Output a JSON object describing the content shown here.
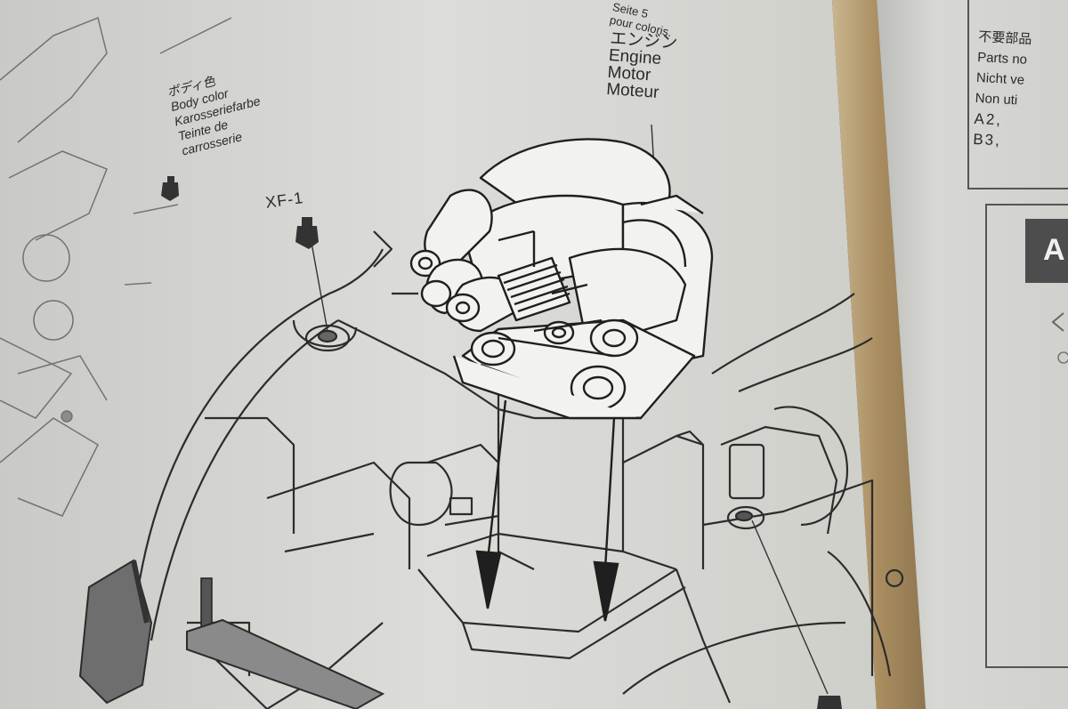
{
  "labels": {
    "engine": {
      "jp": "エンジン",
      "en": "Engine",
      "de": "Motor",
      "fr": "Moteur"
    },
    "body_color": {
      "jp": "ボディ色",
      "en": "Body color",
      "de": "Karosseriefarbe",
      "fr": "Teinte de",
      "fr2": "carrosserie"
    },
    "paint_code": "XF-1",
    "top_note": {
      "line1": "Seite 5",
      "line2": "pour coloris."
    },
    "parts_note": {
      "jp": "不要部品",
      "en": "Parts no",
      "de": "Nicht ve",
      "it": "Non uti",
      "code1": "A2,",
      "code2": "B3,"
    },
    "callout_letter": "A"
  },
  "colors": {
    "paper": "#d8d9d5",
    "ink": "#2a2a2a",
    "spine_shadow": "#b59a6e",
    "callout_dark": "#4d4d4d"
  }
}
